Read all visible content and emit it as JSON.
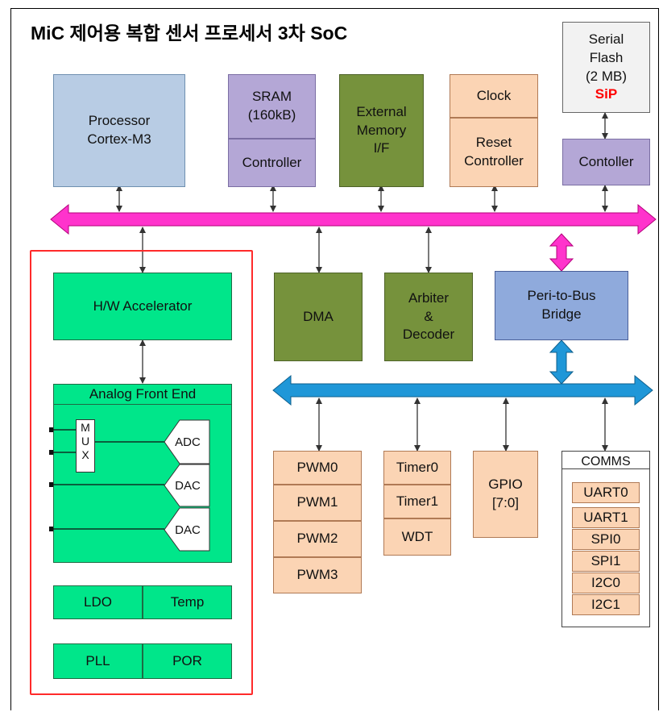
{
  "title": "MiC 제어용 복합 센서 프로세서 3차 SoC",
  "processor": [
    "Processor",
    "Cortex-M3"
  ],
  "sram": {
    "top": [
      "SRAM",
      "(160kB)"
    ],
    "bottom": "Controller"
  },
  "ext_mem": [
    "External",
    "Memory",
    "I/F"
  ],
  "clock": {
    "top": "Clock",
    "bottom": [
      "Reset",
      "Controller"
    ]
  },
  "flash": {
    "lines": [
      "Serial",
      "Flash",
      "(2 MB)"
    ],
    "sip": "SiP",
    "controller": "Contoller"
  },
  "hw_accel": "H/W Accelerator",
  "dma": "DMA",
  "arbiter": [
    "Arbiter",
    "&",
    "Decoder"
  ],
  "bridge": [
    "Peri-to-Bus",
    "Bridge"
  ],
  "afe": {
    "title": "Analog Front End",
    "mux_letters": [
      "M",
      "U",
      "X"
    ],
    "converters": [
      "ADC",
      "DAC",
      "DAC"
    ]
  },
  "ldo": "LDO",
  "temp": "Temp",
  "pll": "PLL",
  "por": "POR",
  "pwm": [
    "PWM0",
    "PWM1",
    "PWM2",
    "PWM3"
  ],
  "timers": [
    "Timer0",
    "Timer1",
    "WDT"
  ],
  "gpio": [
    "GPIO",
    "[7:0]"
  ],
  "comms": {
    "title": "COMMS",
    "items": [
      "UART0",
      "UART1",
      "SPI0",
      "SPI1",
      "I2C0",
      "I2C1"
    ]
  },
  "colors": {
    "system_bus": "#ff33cc",
    "peripheral_bus": "#1f97d8",
    "highlight_border": "#ff2a2a"
  }
}
